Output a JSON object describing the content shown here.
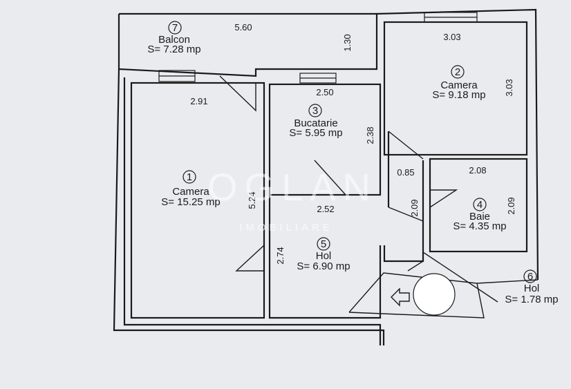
{
  "rooms": [
    {
      "number": "7",
      "name": "Balcon",
      "area": "S= 7.28 mp"
    },
    {
      "number": "2",
      "name": "Camera",
      "area": "S= 9.18 mp"
    },
    {
      "number": "3",
      "name": "Bucatarie",
      "area": "S= 5.95 mp"
    },
    {
      "number": "1",
      "name": "Camera",
      "area": "S= 15.25 mp"
    },
    {
      "number": "4",
      "name": "Baie",
      "area": "S= 4.35 mp"
    },
    {
      "number": "5",
      "name": "Hol",
      "area": "S= 6.90 mp"
    },
    {
      "number": "6",
      "name": "Hol",
      "area": "S= 1.78 mp"
    }
  ],
  "dimensions": {
    "balcon_width": "5.60",
    "balcon_depth": "1.30",
    "camera2_width": "3.03",
    "camera2_depth": "3.03",
    "bucatarie_width": "2.50",
    "bucatarie_depth": "2.38",
    "camera1_width": "2.91",
    "camera1_depth": "5.24",
    "hol_width": "2.52",
    "hol_depth": "2.74",
    "hol6_width": "0.85",
    "hol6_depth": "2.09",
    "baie_width": "2.08",
    "baie_depth": "2.09"
  },
  "watermark": {
    "brand": "OGLAN",
    "sub": "IMOBILIARE"
  }
}
